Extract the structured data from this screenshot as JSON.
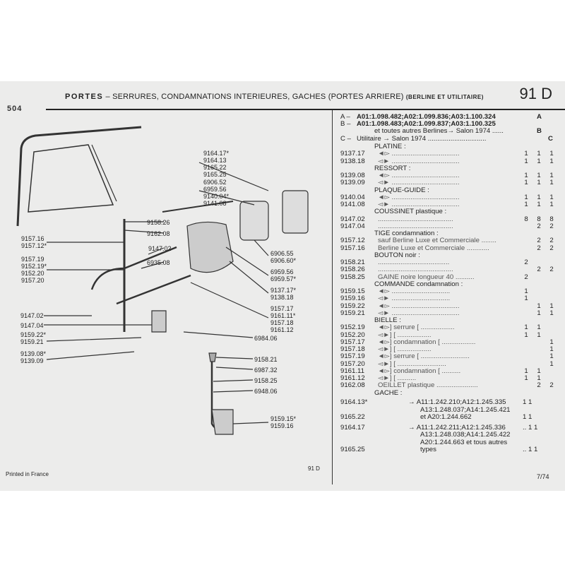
{
  "header": {
    "title_bold": "PORTES",
    "title_rest": "– SERRURES, CONDAMNATIONS INTERIEURES, GACHES (PORTES ARRIERE)",
    "subtitle": "(BERLINE ET UTILITAIRE)",
    "page_code": "91 D",
    "logo": "504"
  },
  "legend": [
    {
      "key": "A –",
      "text": "A01:1.098.482;A02:1.099.836;A03:1.100.324",
      "col": "A"
    },
    {
      "key": "B –",
      "text": "A01:1.098.483;A02:1.099.837;A03:1.100.325",
      "col": ""
    },
    {
      "key": "",
      "text": "et toutes autres Berlines→ Salon 1974 ......",
      "col": "B"
    },
    {
      "key": "C –",
      "text": "Utilitaire → Salon 1974 ...............................",
      "col": "C"
    }
  ],
  "parts": [
    {
      "ref": "",
      "desc": "PLATINE :",
      "qa": "",
      "qb": "",
      "qc": ""
    },
    {
      "ref": "9137.17",
      "desc": "◄▻ ....................................",
      "qa": "1",
      "qb": "1",
      "qc": "1"
    },
    {
      "ref": "9138.18",
      "desc": "◅► ....................................",
      "qa": "1",
      "qb": "1",
      "qc": "1"
    },
    {
      "ref": "",
      "desc": "RESSORT :",
      "qa": "",
      "qb": "",
      "qc": ""
    },
    {
      "ref": "9139.08",
      "desc": "◄▻ ....................................",
      "qa": "1",
      "qb": "1",
      "qc": "1"
    },
    {
      "ref": "9139.09",
      "desc": "◅► ....................................",
      "qa": "1",
      "qb": "1",
      "qc": "1"
    },
    {
      "ref": "",
      "desc": "PLAQUE-GUIDE :",
      "qa": "",
      "qb": "",
      "qc": ""
    },
    {
      "ref": "9140.04",
      "desc": "◄▻ ....................................",
      "qa": "1",
      "qb": "1",
      "qc": "1"
    },
    {
      "ref": "9141.08",
      "desc": "◅► ....................................",
      "qa": "1",
      "qb": "1",
      "qc": "1"
    },
    {
      "ref": "",
      "desc": "COUSSINET plastique :",
      "qa": "",
      "qb": "",
      "qc": ""
    },
    {
      "ref": "9147.02",
      "desc": "........................................",
      "qa": "8",
      "qb": "8",
      "qc": "8"
    },
    {
      "ref": "9147.04",
      "desc": "........................................",
      "qa": "",
      "qb": "2",
      "qc": "2"
    },
    {
      "ref": "",
      "desc": "TIGE condamnation :",
      "qa": "",
      "qb": "",
      "qc": ""
    },
    {
      "ref": "9157.12",
      "desc": "sauf Berline Luxe et Commerciale ........",
      "qa": "",
      "qb": "2",
      "qc": "2"
    },
    {
      "ref": "9157.16",
      "desc": "Berline Luxe et Commerciale ............",
      "qa": "",
      "qb": "2",
      "qc": "2"
    },
    {
      "ref": "",
      "desc": "BOUTON noir :",
      "qa": "",
      "qb": "",
      "qc": ""
    },
    {
      "ref": "9158.21",
      "desc": "......................................",
      "qa": "2",
      "qb": "",
      "qc": ""
    },
    {
      "ref": "9158.26",
      "desc": "........................................",
      "qa": "",
      "qb": "2",
      "qc": "2"
    },
    {
      "ref": "9158.25",
      "desc": "GAINE noire longueur 40 ..........",
      "qa": "2",
      "qb": "",
      "qc": ""
    },
    {
      "ref": "",
      "desc": "COMMANDE condamnation :",
      "qa": "",
      "qb": "",
      "qc": ""
    },
    {
      "ref": "9159.15",
      "desc": "◄▻ ...............................",
      "qa": "1",
      "qb": "",
      "qc": ""
    },
    {
      "ref": "9159.16",
      "desc": "◅► ...............................",
      "qa": "1",
      "qb": "",
      "qc": ""
    },
    {
      "ref": "9159.22",
      "desc": "◄▻ ....................................",
      "qa": "",
      "qb": "1",
      "qc": "1"
    },
    {
      "ref": "9159.21",
      "desc": "◅► ....................................",
      "qa": "",
      "qb": "1",
      "qc": "1"
    },
    {
      "ref": "",
      "desc": "BIELLE :",
      "qa": "",
      "qb": "",
      "qc": ""
    },
    {
      "ref": "9152.19",
      "desc": "◄▻] serrure [ ..................",
      "qa": "1",
      "qb": "1",
      "qc": ""
    },
    {
      "ref": "9152.20",
      "desc": "◅►]         [ ..................",
      "qa": "1",
      "qb": "1",
      "qc": ""
    },
    {
      "ref": "9157.17",
      "desc": "◄▻] condamnation [ ..................",
      "qa": "",
      "qb": "",
      "qc": "1"
    },
    {
      "ref": "9157.18",
      "desc": "◅►]              [ ..................",
      "qa": "",
      "qb": "",
      "qc": "1"
    },
    {
      "ref": "9157.19",
      "desc": "◄▻] serrure [ ..........................",
      "qa": "",
      "qb": "",
      "qc": "1"
    },
    {
      "ref": "9157.20",
      "desc": "◅►]         [ ..........................",
      "qa": "",
      "qb": "",
      "qc": "1"
    },
    {
      "ref": "9161.11",
      "desc": "◄▻] condamnation [ ..........",
      "qa": "1",
      "qb": "1",
      "qc": ""
    },
    {
      "ref": "9161.12",
      "desc": "◅►]              [ ..........",
      "qa": "1",
      "qb": "1",
      "qc": ""
    },
    {
      "ref": "9162.08",
      "desc": "OEILLET plastique ......................",
      "qa": "",
      "qb": "2",
      "qc": "2"
    },
    {
      "ref": "",
      "desc": "GACHE :",
      "qa": "",
      "qb": "",
      "qc": ""
    }
  ],
  "gache": [
    {
      "ref": "9164.13*",
      "text": "→ A11:1.242.210;A12:1.245.335",
      "q": "1   1"
    },
    {
      "ref": "",
      "text": "A13:1.248.037;A14:1.245.421",
      "q": ""
    },
    {
      "ref": "9165.22",
      "text": "et A20:1.244.662",
      "q": "1   1"
    },
    {
      "ref": "9164.17",
      "text": "→ A11:1.242.211;A12:1.245.336",
      "q": "..  1   1"
    },
    {
      "ref": "",
      "text": "A13:1.248.038;A14:1.245.422",
      "q": ""
    },
    {
      "ref": "",
      "text": "A20:1.244.663 et tous autres",
      "q": ""
    },
    {
      "ref": "9165.25",
      "text": "types",
      "q": "..  1   1"
    }
  ],
  "diagram_labels": [
    "9164.17*",
    "9164.13",
    "9165.22",
    "9165.25",
    "6906.52",
    "6959.56",
    "9140.04*",
    "9141.08",
    "9158.26",
    "9162.08",
    "9147.02",
    "6935.08",
    "6906.55",
    "6906.60*",
    "6959.56",
    "6959.57*",
    "9137.17*",
    "9138.18",
    "9157.17",
    "9161.11*",
    "9157.18",
    "9161.12",
    "6984.06",
    "9158.21",
    "6987.32",
    "9158.25",
    "6948.06",
    "9159.15*",
    "9159.16",
    "9157.16",
    "9157.12*",
    "9157.19",
    "9152.19*",
    "9152.20",
    "9157.20",
    "9147.02",
    "9147.04",
    "9159.22*",
    "9159.21",
    "9139.08*",
    "9139.09"
  ],
  "footer": {
    "printed": "Printed in France",
    "code": "91 D",
    "date": "7/74"
  }
}
